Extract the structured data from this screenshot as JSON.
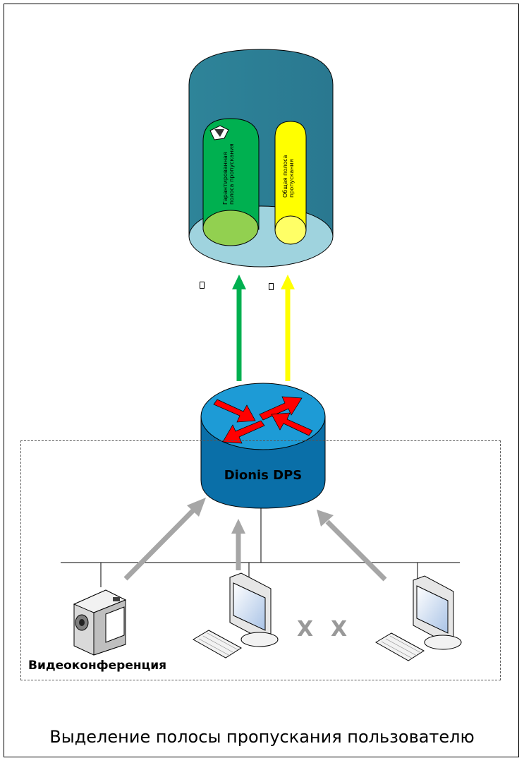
{
  "caption": "Выделение полосы пропускания пользователю",
  "router": {
    "label": "Dionis DPS"
  },
  "camera": {
    "label": "Видеоконференция"
  },
  "channel": {
    "guaranteed_line1": "Гарантированная",
    "guaranteed_line2": "полоса пропускания",
    "shared_line1": "Общая полоса",
    "shared_line2": "пропускания"
  },
  "separators": [
    "X",
    "X"
  ],
  "colors": {
    "cylinder_body": "#2e8499",
    "cylinder_top": "#9fd3de",
    "guaranteed": "#00b050",
    "guaranteed_top": "#92d050",
    "shared": "#ffff00",
    "router": "#0a7dbd",
    "arrow_gray": "#a6a6a6",
    "router_arrows": "#ff0000"
  }
}
